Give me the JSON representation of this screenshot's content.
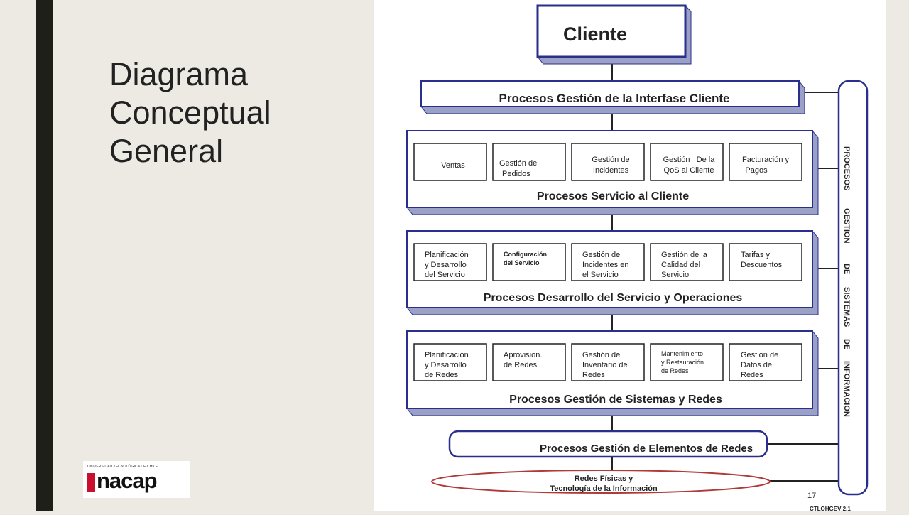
{
  "slide": {
    "title_lines": [
      "Diagrama",
      "Conceptual",
      "General"
    ],
    "page_number": "17",
    "bottom_note": "CTLOHGEV 2.1"
  },
  "logo": {
    "small_text": "UNIVERSIDAD TECNOLÓGICA DE CHILE",
    "word": "nacap"
  },
  "diagram": {
    "client": "Cliente",
    "interface": "Procesos Gestión de la Interfase Cliente",
    "groups": [
      {
        "title": "Procesos Servicio al Cliente",
        "boxes": [
          [
            "Ventas"
          ],
          [
            "Gestión de",
            "Pedidos"
          ],
          [
            "Gestión de",
            "Incidentes"
          ],
          [
            "Gestión   De la",
            "QoS al Cliente"
          ],
          [
            "Facturación y",
            "Pagos"
          ]
        ]
      },
      {
        "title": "Procesos Desarrollo del Servicio y Operaciones",
        "boxes": [
          [
            "Planificación",
            "y Desarrollo",
            "del Servicio"
          ],
          [
            "Configuración",
            "del Servicio"
          ],
          [
            "Gestión de",
            "Incidentes en",
            "el Servicio"
          ],
          [
            "Gestión de la",
            "Calidad del",
            "Servicio"
          ],
          [
            "Tarifas y",
            "Descuentos"
          ]
        ]
      },
      {
        "title": "Procesos Gestión de Sistemas y Redes",
        "boxes": [
          [
            "Planificación",
            "y Desarrollo",
            "de Redes"
          ],
          [
            "Aprovision.",
            "de Redes"
          ],
          [
            "Gestión del",
            "Inventario de",
            "Redes"
          ],
          [
            "Mantenimiento",
            "y Restauración",
            "de Redes"
          ],
          [
            "Gestión de",
            "Datos de",
            "Redes"
          ]
        ]
      }
    ],
    "elements": "Procesos Gestión de Elementos de Redes",
    "network_lines": [
      "Redes Físicas y",
      "Tecnología de la Información"
    ],
    "side_words": [
      "PROCESOS",
      "GESTION",
      "DE",
      "SISTEMAS",
      "DE",
      "INFORMACION"
    ]
  }
}
